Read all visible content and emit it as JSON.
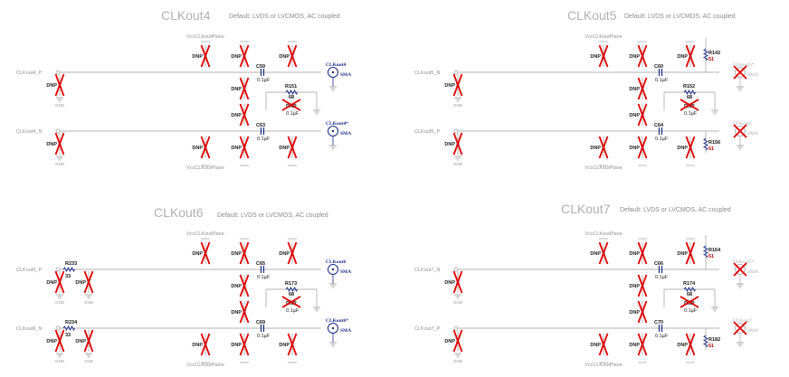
{
  "default_note": "Default: LVDS or LVCMOS, AC coupled",
  "dnp_label": "DNP",
  "gnd_label": "GND",
  "vcc_label": "VccCLKoutPlane",
  "sma_label": "SMA",
  "cap_value": "0.1µF",
  "colors": {
    "wire": "#9a9a9a",
    "component": "#1a2a8a",
    "cross": "#e00000"
  },
  "blocks": [
    {
      "title": "CLKout4",
      "p_label": "CLKout4_P",
      "n_label": "CLKout4_N",
      "cap_top": "C59",
      "cap_bot": "C63",
      "term_res": "R151",
      "term_val": "68",
      "con_top": "CLKout4",
      "con_bot": "CLKout4*",
      "con_top_dnp": false,
      "con_bot_dnp": false,
      "series_top_res": "",
      "series_top_val": "",
      "series_bot_res": "",
      "series_bot_val": "",
      "shunt_top_res": "",
      "shunt_top_val": "",
      "shunt_bot_res": "",
      "shunt_bot_val": ""
    },
    {
      "title": "CLKout5",
      "p_label": "CLKout5_N",
      "n_label": "CLKout5_P",
      "cap_top": "C60",
      "cap_bot": "C64",
      "term_res": "R152",
      "term_val": "68",
      "con_top": "CLKout5*",
      "con_bot": "CLKout5",
      "con_top_dnp": true,
      "con_bot_dnp": true,
      "series_top_res": "",
      "series_top_val": "",
      "series_bot_res": "",
      "series_bot_val": "",
      "shunt_top_res": "R142",
      "shunt_top_val": "51",
      "shunt_bot_res": "R156",
      "shunt_bot_val": "51"
    },
    {
      "title": "CLKout6",
      "p_label": "CLKout6_P",
      "n_label": "CLKout6_N",
      "cap_top": "C65",
      "cap_bot": "C69",
      "term_res": "R173",
      "term_val": "68",
      "con_top": "CLKout6",
      "con_bot": "CLKout6*",
      "con_top_dnp": false,
      "con_bot_dnp": false,
      "series_top_res": "R233",
      "series_top_val": "33",
      "series_bot_res": "R234",
      "series_bot_val": "33",
      "shunt_top_res": "",
      "shunt_top_val": "",
      "shunt_bot_res": "",
      "shunt_bot_val": ""
    },
    {
      "title": "CLKout7",
      "p_label": "CLKout7_N",
      "n_label": "CLKout7_P",
      "cap_top": "C66",
      "cap_bot": "C70",
      "term_res": "R174",
      "term_val": "68",
      "con_top": "CLKout7*",
      "con_bot": "CLKout7",
      "con_top_dnp": true,
      "con_bot_dnp": true,
      "series_top_res": "",
      "series_top_val": "",
      "series_bot_res": "",
      "series_bot_val": "",
      "shunt_top_res": "R164",
      "shunt_top_val": "51",
      "shunt_bot_res": "R182",
      "shunt_bot_val": "51"
    }
  ]
}
